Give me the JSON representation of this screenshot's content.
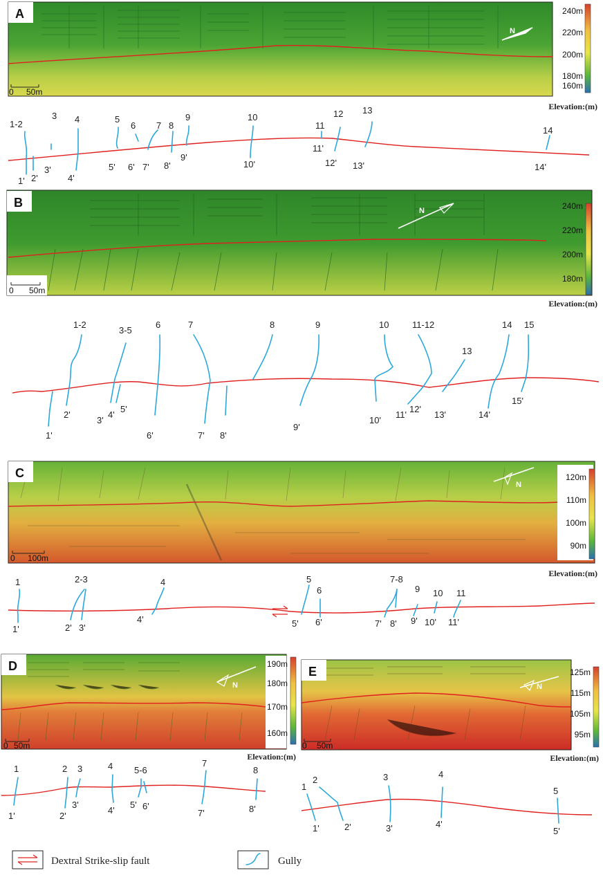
{
  "panels": [
    {
      "letter": "A",
      "scale": "50m",
      "north": "N",
      "colorbar": [
        "240m",
        "220m",
        "200m",
        "180m",
        "160m"
      ],
      "elevation_label": "Elevation:(m)",
      "top_labels": [
        "1-2",
        "3",
        "4",
        "5",
        "6",
        "7",
        "8",
        "9",
        "10",
        "11",
        "12",
        "13",
        "14"
      ],
      "bottom_labels": [
        "1'",
        "2'",
        "3'",
        "4'",
        "5'",
        "6'",
        "7'",
        "8'",
        "9'",
        "10'",
        "11'",
        "12'",
        "13'",
        "14'"
      ]
    },
    {
      "letter": "B",
      "scale_zero": "0",
      "scale": "50m",
      "north": "N",
      "colorbar": [
        "240m",
        "220m",
        "200m",
        "180m"
      ],
      "elevation_label": "Elevation:(m)",
      "top_labels": [
        "1-2",
        "3-5",
        "6",
        "7",
        "8",
        "9",
        "10",
        "11-12",
        "13",
        "14",
        "15"
      ],
      "bottom_labels": [
        "1'",
        "2'",
        "3'",
        "4'",
        "5'",
        "6'",
        "7'",
        "8'",
        "9'",
        "10'",
        "11'",
        "12'",
        "13'",
        "14'",
        "15'"
      ]
    },
    {
      "letter": "C",
      "scale_zero": "0",
      "scale": "100m",
      "north": "N",
      "colorbar": [
        "120m",
        "110m",
        "100m",
        "90m"
      ],
      "elevation_label": "Elevation:(m)",
      "top_labels": [
        "1",
        "2-3",
        "4",
        "5",
        "6",
        "7-8",
        "9",
        "10",
        "11"
      ],
      "bottom_labels": [
        "1'",
        "2'",
        "3'",
        "4'",
        "5'",
        "6'",
        "7'",
        "8'",
        "9'",
        "10'",
        "11'"
      ]
    },
    {
      "letter": "D",
      "scale_zero": "0",
      "scale": "50m",
      "north": "N",
      "colorbar": [
        "190m",
        "180m",
        "170m",
        "160m"
      ],
      "elevation_label": "Elevation:(m)",
      "top_labels": [
        "1",
        "2",
        "3",
        "4",
        "5-6",
        "7",
        "8"
      ],
      "bottom_labels": [
        "1'",
        "2'",
        "3'",
        "4'",
        "5'",
        "6'",
        "7'",
        "8'"
      ]
    },
    {
      "letter": "E",
      "scale_zero": "0",
      "scale": "50m",
      "north": "N",
      "colorbar": [
        "125m",
        "115m",
        "105m",
        "95m"
      ],
      "elevation_label": "Elevation:(m)",
      "top_labels": [
        "1",
        "2",
        "3",
        "4",
        "5"
      ],
      "bottom_labels": [
        "1'",
        "2'",
        "3'",
        "4'",
        "5'"
      ]
    }
  ],
  "legend": {
    "fault": "Dextral  Strike-slip fault",
    "gully": "Gully"
  },
  "colors": {
    "fault": "#e0201e",
    "gully": "#2aa8dc",
    "green": "#3f9a2c",
    "yellow": "#d8d44a",
    "red": "#d8402a"
  }
}
